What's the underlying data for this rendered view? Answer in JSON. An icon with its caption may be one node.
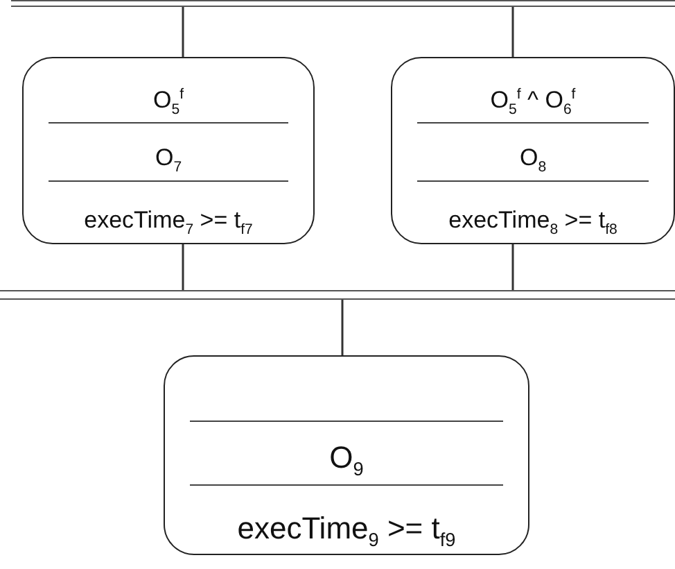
{
  "diagram": {
    "nodes": [
      {
        "text": [],
        "shape": "bar"
      },
      {
        "text": [
          "O$_{5}$$^{f}$",
          "O$_{7}$",
          "execTime$_{7}$ >= t$_{f7}$"
        ]
      },
      {
        "text": [
          "O$_{5}$$^{f}$  ^ O$_{6}$$^{f}$",
          "O$_{8}$",
          "execTime$_{8}$ >= t$_{f8}$"
        ]
      },
      {
        "text": [],
        "shape": "bar"
      },
      {
        "text": [
          "O$_{9}$",
          "execTime$_{9}$ >= t$_{f9}$"
        ]
      }
    ],
    "edges": [
      {
        "from": 0,
        "to": 1,
        "arrow": "none"
      },
      {
        "from": 0,
        "to": 2,
        "arrow": "none"
      },
      {
        "from": 1,
        "to": 3,
        "arrow": "none"
      },
      {
        "from": 2,
        "to": 3,
        "arrow": "none"
      },
      {
        "from": 3,
        "to": 4,
        "arrow": "none"
      }
    ]
  }
}
